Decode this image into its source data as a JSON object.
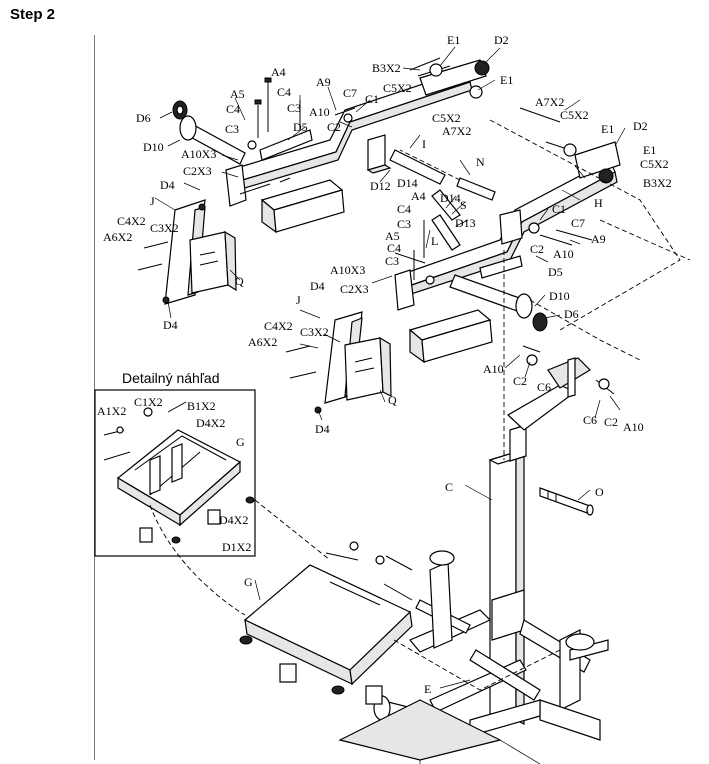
{
  "step_title": "Step 2",
  "detail_title": "Detailný náhľad",
  "labels": {
    "E1_a": "E1",
    "D2_a": "D2",
    "B3X2_a": "B3X2",
    "E1_b": "E1",
    "C5X2_a": "C5X2",
    "A4_a": "A4",
    "A9_a": "A9",
    "C4_a": "C4",
    "C7_a": "C7",
    "A5_a": "A5",
    "C1_a": "C1",
    "C3_a": "C3",
    "C4_b": "C4",
    "A10_a": "A10",
    "C5X2_b": "C5X2",
    "D6_a": "D6",
    "C3_b": "C3",
    "D5_a": "D5",
    "C2_a": "C2",
    "A7X2_a": "A7X2",
    "D10_a": "D10",
    "A10X3_a": "A10X3",
    "I": "I",
    "C2X3_a": "C2X3",
    "D12": "D12",
    "D14_a": "D14",
    "N": "N",
    "D4_a": "D4",
    "J_a": "J",
    "C4X2_a": "C4X2",
    "A6X2_a": "A6X2",
    "C3X2_a": "C3X2",
    "Q_a": "Q",
    "D4_b": "D4",
    "A7X2_b": "A7X2",
    "C5X2_c": "C5X2",
    "E1_c": "E1",
    "D2_b": "D2",
    "E1_d": "E1",
    "C5X2_d": "C5X2",
    "B3X2_b": "B3X2",
    "H": "H",
    "S": "S",
    "D14_b": "D14",
    "D13": "D13",
    "A4_b": "A4",
    "C4_c": "C4",
    "C3_c": "C3",
    "L": "L",
    "A5_b": "A5",
    "C4_d": "C4",
    "C3_d": "C3",
    "C1_b": "C1",
    "C7_b": "C7",
    "A10_b": "A10",
    "A9_b": "A9",
    "C2_b": "C2",
    "D5_b": "D5",
    "A10X3_b": "A10X3",
    "D4_c": "D4",
    "C2X3_b": "C2X3",
    "D10_b": "D10",
    "D6_b": "D6",
    "J_b": "J",
    "C4X2_b": "C4X2",
    "C3X2_b": "C3X2",
    "A6X2_b": "A6X2",
    "Q_b": "Q",
    "D4_d": "D4",
    "A10_c": "A10",
    "C2_c": "C2",
    "C6_a": "C6",
    "C6_b": "C6",
    "C2_d": "C2",
    "A10_d": "A10",
    "C": "C",
    "O": "O",
    "G_a": "G",
    "E": "E",
    "A1X2": "A1X2",
    "C1X2": "C1X2",
    "B1X2": "B1X2",
    "D4X2_a": "D4X2",
    "G_b": "G",
    "D4X2_b": "D4X2",
    "D1X2": "D1X2"
  }
}
